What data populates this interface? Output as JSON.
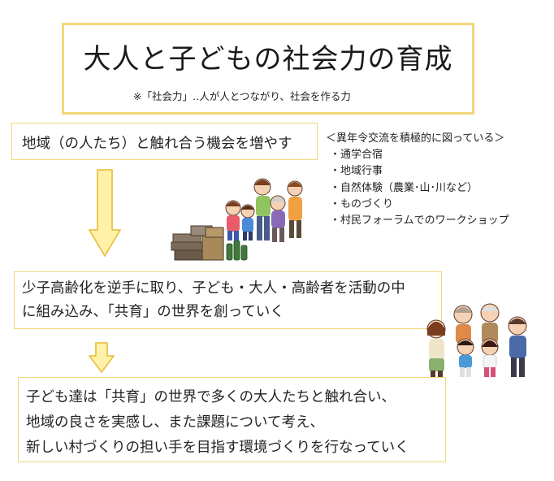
{
  "title": "大人と子どもの社会力の育成",
  "subtitle": "※「社会力」‥人が人とつながり、社会を作る力",
  "step1": {
    "text": "地域（の人たち）と触れ合う機会を増やす"
  },
  "side_list": {
    "heading": "＜異年令交流を積極的に図っている＞",
    "items": [
      "・通学合宿",
      "・地域行事",
      "・自然体験（農業･山･川など）",
      "・ものづくり",
      "・村民フォーラムでのワークショップ"
    ]
  },
  "step2": {
    "lines": [
      "少子高齢化を逆手に取り、子ども・大人・高齢者を活動の中",
      "に組み込み、「共育」の世界を創っていく"
    ]
  },
  "step3": {
    "lines": [
      "子ども達は「共育」の世界で多くの大人たちと触れ合い、",
      "地域の良さを実感し、また課題について考え、",
      "新しい村づくりの担い手を目指す環境づくりを行なっていく"
    ]
  },
  "colors": {
    "border": "#f3d77a",
    "arrow_fill": "#fff2a8",
    "arrow_stroke": "#e8c24a"
  },
  "illustrations": {
    "group1": "people-with-crafts-illustration",
    "group2": "family-group-illustration"
  }
}
